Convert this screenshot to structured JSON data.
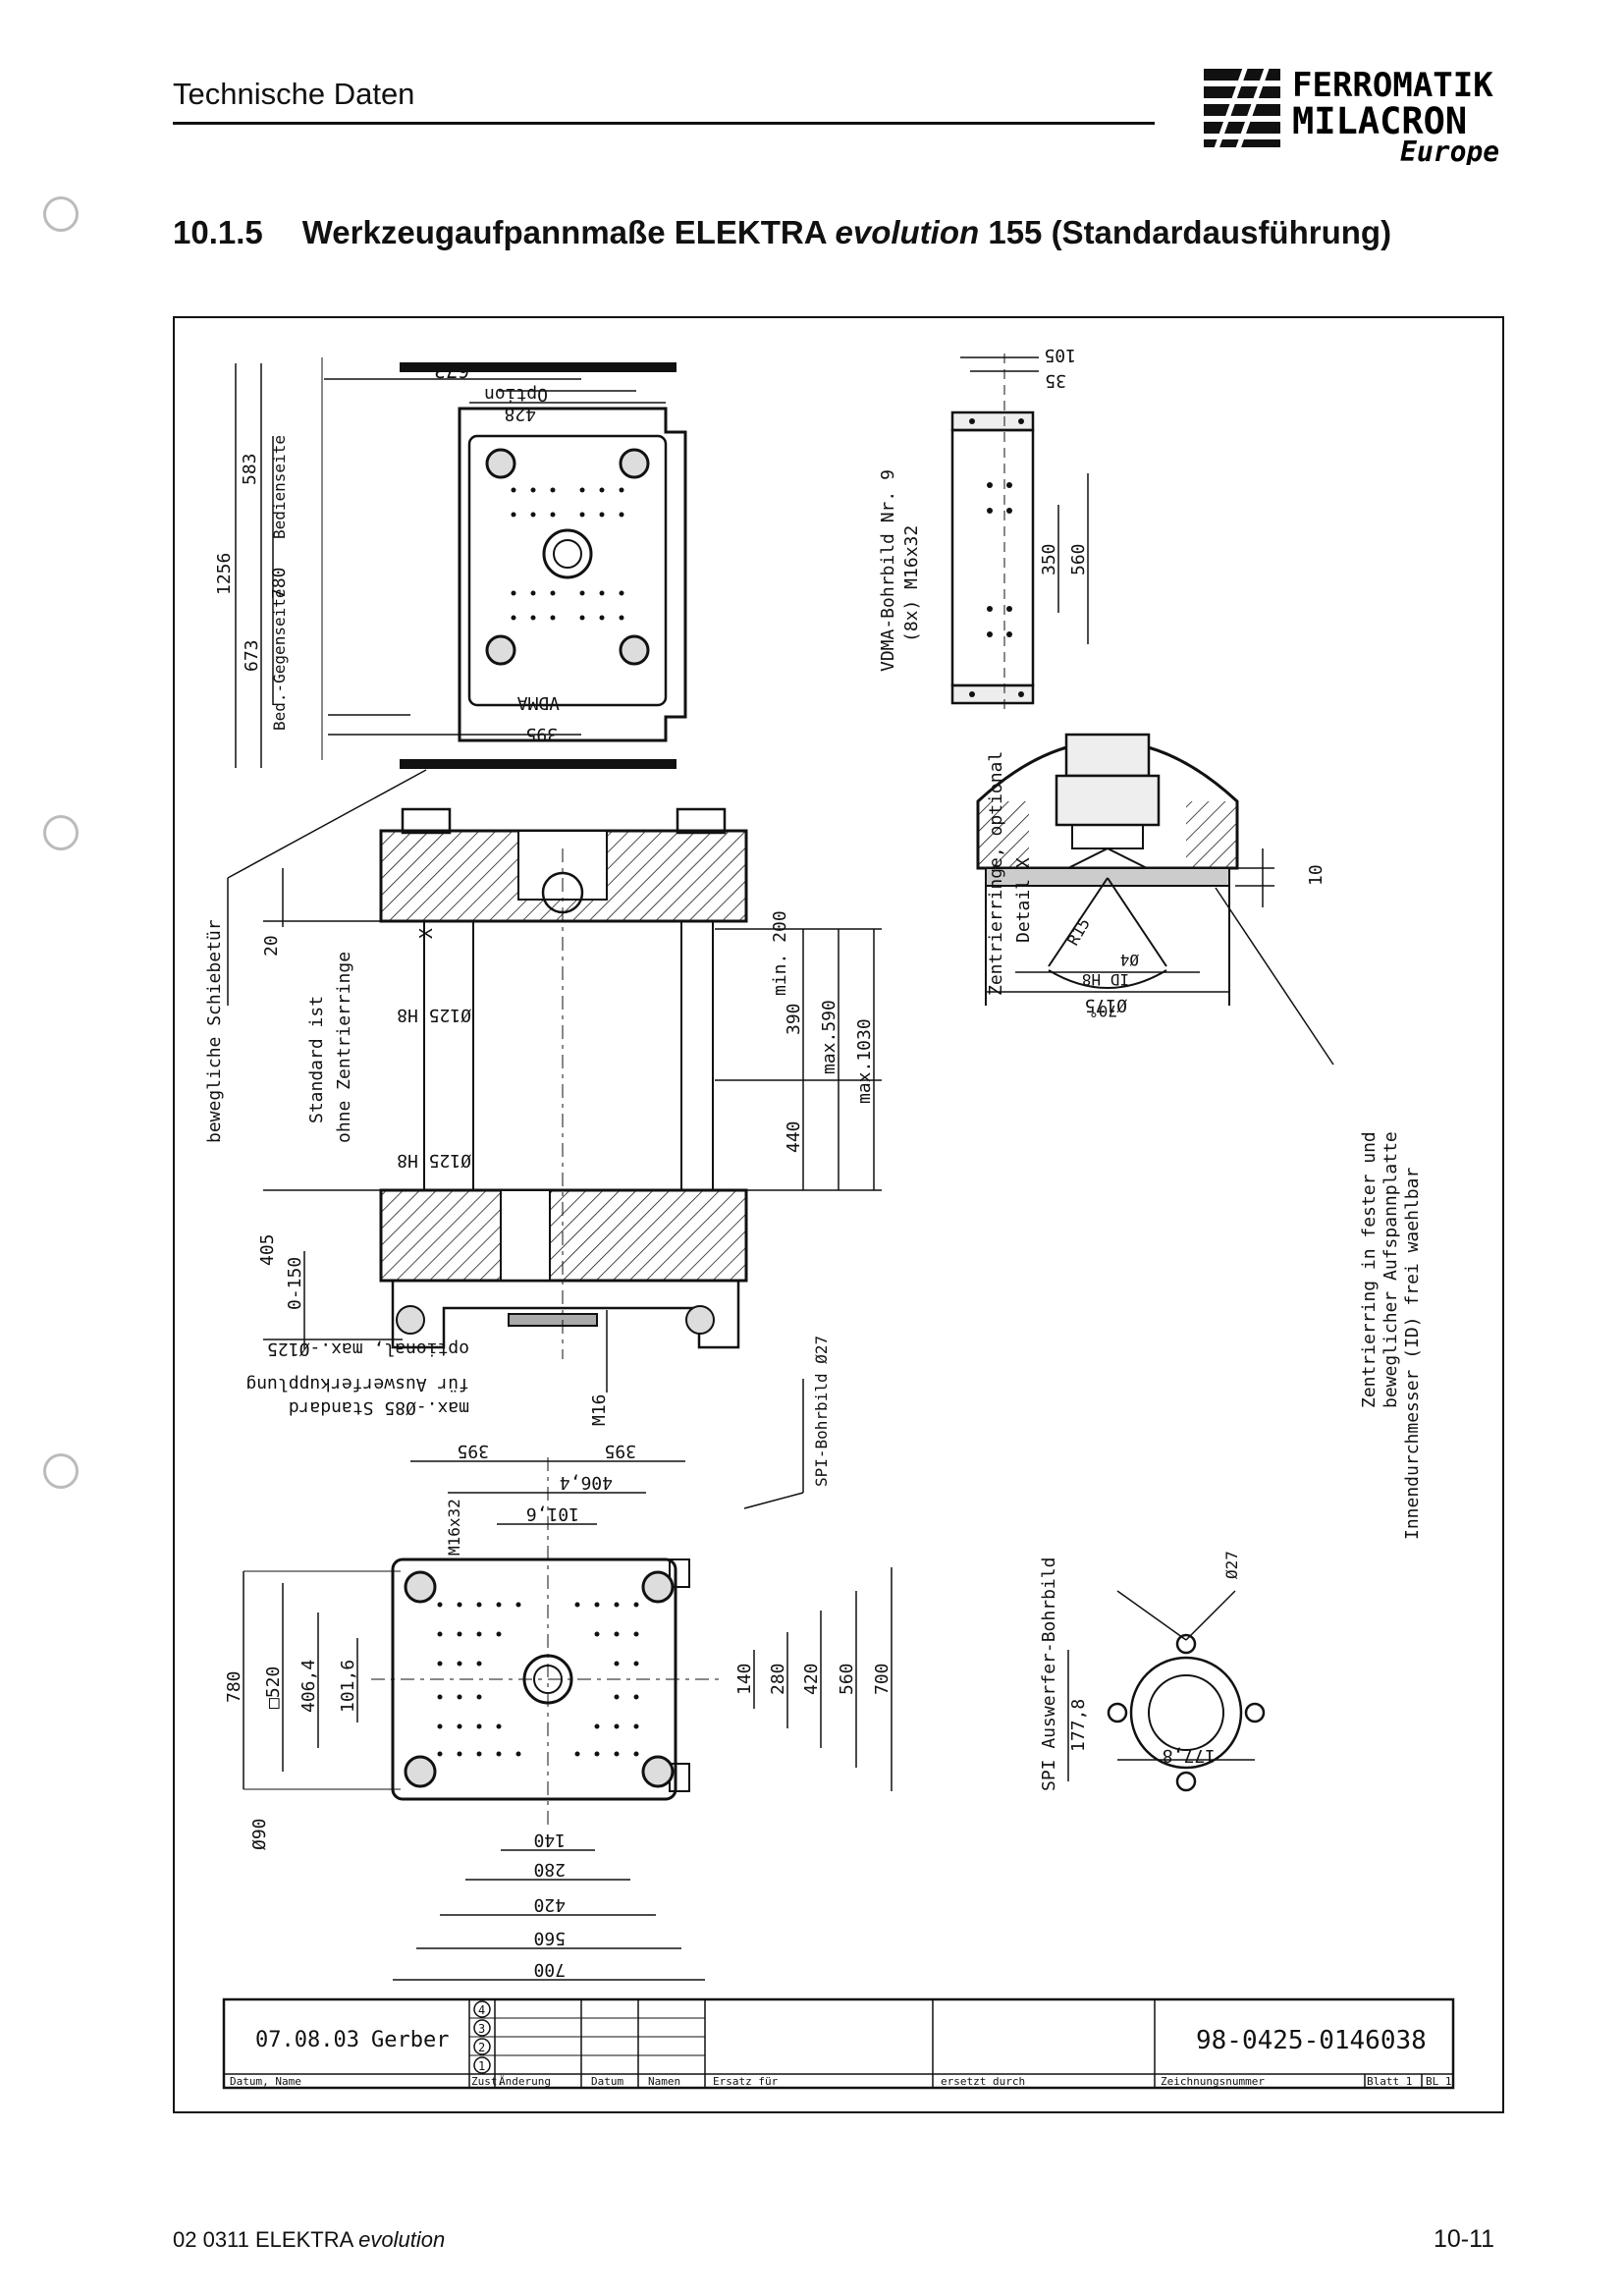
{
  "header": {
    "title": "Technische Daten",
    "logo_line1": "FERROMATIK",
    "logo_line2": "MILACRON",
    "logo_line3": "Europe"
  },
  "section": {
    "number": "10.1.5",
    "title_a": "Werkzeugaufpannmaße ELEKTRA ",
    "title_italic": "evolution",
    "title_b": " 155 (Standardausführung)"
  },
  "drawing": {
    "top_view": {
      "dim_673_top": "673",
      "option": "Option",
      "dim_428": "428",
      "dim_583": "583",
      "bedienseite": "Bedienseite",
      "dim_1256": "1256",
      "dim_780": "780",
      "bed_gegenseite": "Bed.-Gegenseite",
      "dim_673_side": "673",
      "vdma": "VDMA",
      "dim_395": "395"
    },
    "vdma_view": {
      "dim_105": "105",
      "dim_35": "35",
      "bohrbild": "VDMA-Bohrbild Nr. 9",
      "thread": "(8x) M16x32",
      "dim_350": "350",
      "dim_560": "560"
    },
    "section_view": {
      "schiebetuer": "bewegliche Schiebetür",
      "dim_20": "20",
      "standard": "Standard ist",
      "ohne": "ohne Zentrierringe",
      "x_label": "X",
      "d125_h8_a": "Ø125 H8",
      "d125_h8_b": "Ø125 H8",
      "min200": "min. 200",
      "max590": "max.590",
      "max1030": "max.1030",
      "dim_390": "390",
      "dim_440": "440",
      "dim_405": "405",
      "dim_0_150": "0-150",
      "optional": "optional, max.-Ø125",
      "fuer": "für Auswerferkupplung",
      "max85": "max.-Ø85 Standard",
      "m16": "M16",
      "spi": "SPI-Bohrbild Ø27"
    },
    "detail_x": {
      "title": "Zentrierringe, optional",
      "sub": "Detail X",
      "dim_10": "10",
      "r15": "R15",
      "d4": "Ø4",
      "deg70": "70°",
      "id_h8": "ID H8",
      "d175": "Ø175",
      "note1": "Zentrierring in fester und",
      "note2": "beweglicher Aufspannplatte",
      "note3": "Innendurchmesser (ID) frei waehlbar"
    },
    "bottom_view": {
      "d395_l": "395",
      "d395_r": "395",
      "d406": "406,4",
      "d101": "101,6",
      "m16x32": "M16x32",
      "d780": "780",
      "sq520": "□520",
      "d406v": "406,4",
      "d101v": "101,6",
      "d90": "Ø90",
      "d140v": "140",
      "d280v": "280",
      "d420v": "420",
      "d560v": "560",
      "d700v": "700",
      "d140h": "140",
      "d280h": "280",
      "d420h": "420",
      "d560h": "560",
      "d700h": "700"
    },
    "spi_view": {
      "label": "SPI Auswerfer-Bohrbild",
      "d27": "Ø27",
      "v177": "177,8",
      "h177": "177,8"
    },
    "title_block": {
      "date": "07.08.03",
      "name": "Gerber",
      "drawing_no": "98-0425-0146038",
      "rev4": "4",
      "rev3": "3",
      "rev2": "2",
      "rev1": "1",
      "f_datum": "Datum, Name",
      "f_zust": "Zust.",
      "f_aend": "Änderung",
      "f_datum2": "Datum",
      "f_name": "Namen",
      "f_ersatz": "Ersatz für",
      "f_ersetzt": "ersetzt durch",
      "f_zeich": "Zeichnungsnummer",
      "f_blatt": "Blatt 1",
      "f_bl": "BL 1"
    }
  },
  "footer": {
    "doc_a": "02 0311 ELEKTRA ",
    "doc_italic": "evolution",
    "page": "10-11"
  }
}
